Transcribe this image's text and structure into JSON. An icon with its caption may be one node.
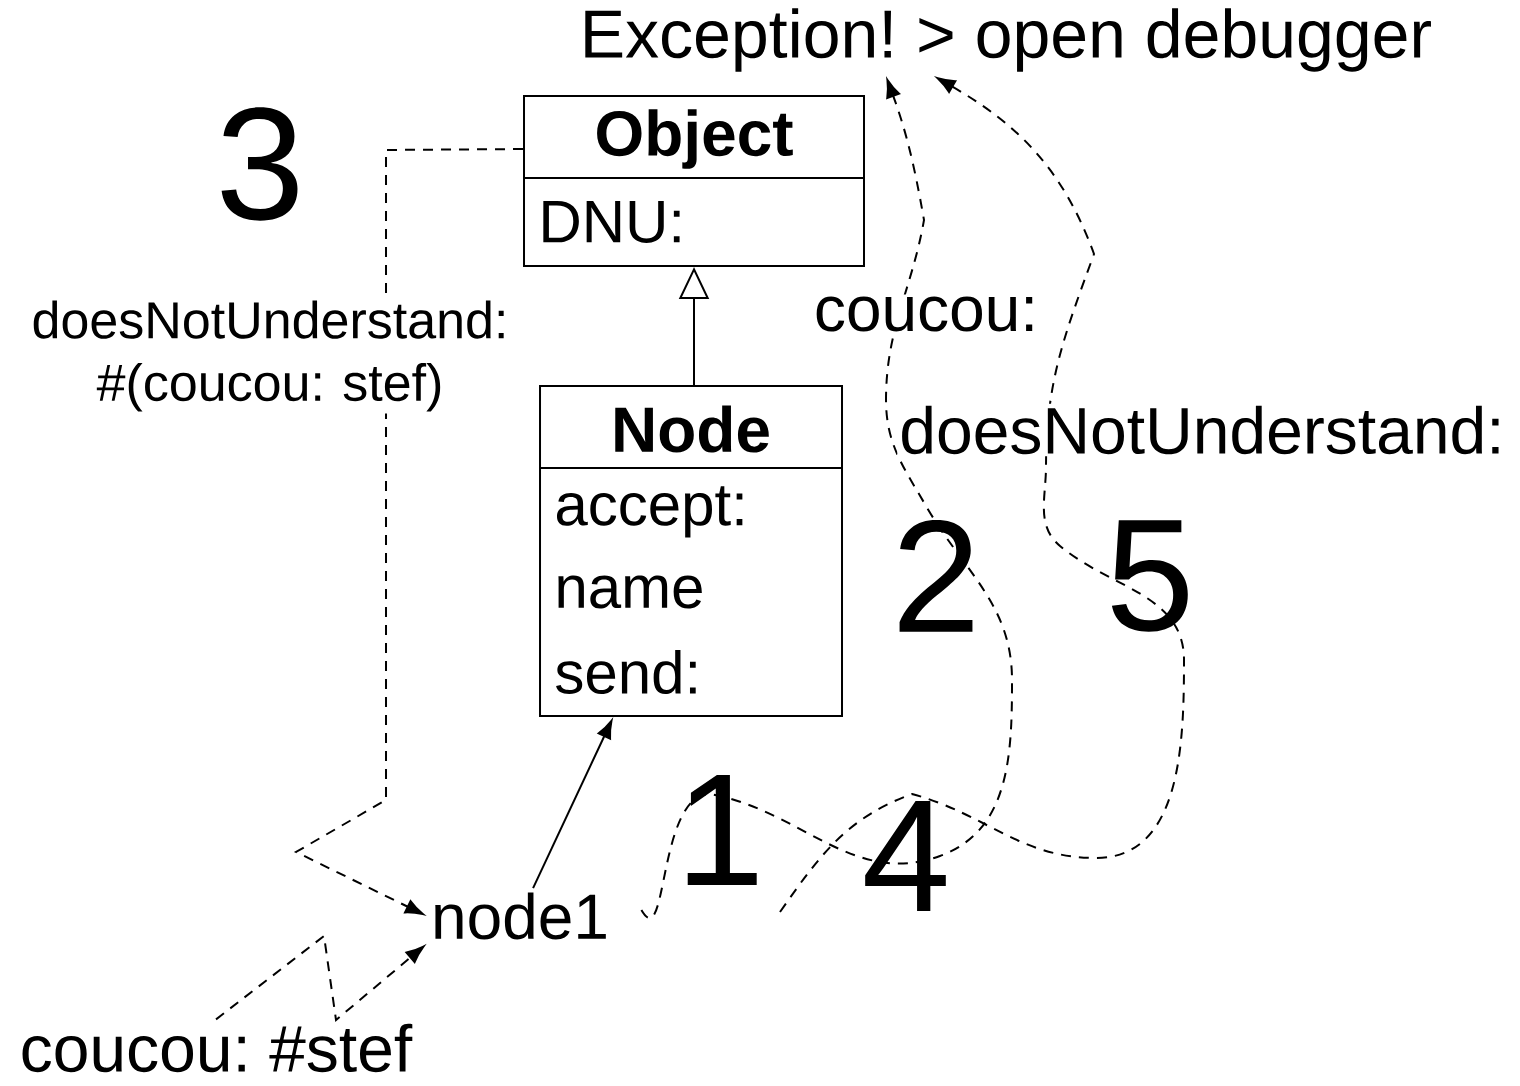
{
  "diagram": {
    "nodes": [
      {
        "text": [
          "Object",
          "DNU:"
        ]
      },
      {
        "text": [
          "Node",
          "accept:",
          "name",
          "send:"
        ]
      },
      {
        "text": [
          "node1"
        ]
      },
      {
        "text": [
          "coucou: #stef"
        ]
      },
      {
        "text": [
          "Exception! > open debugger"
        ]
      }
    ],
    "edges": [
      {
        "from": 1,
        "to": 0,
        "arrow": "to"
      },
      {
        "from": 2,
        "to": 1,
        "arrow": "to"
      },
      {
        "from": 3,
        "to": 2,
        "arrow": "to",
        "style": "dashed"
      },
      {
        "from": 0,
        "to": 2,
        "arrow": "to",
        "style": "dashed",
        "label": "doesNotUnderstand: #(coucou: stef)"
      },
      {
        "from": 2,
        "to": 4,
        "arrow": "to",
        "style": "dashed",
        "label": "coucou:"
      },
      {
        "from": null,
        "to": 4,
        "arrow": "to",
        "style": "dashed",
        "label": "doesNotUnderstand:"
      }
    ],
    "labels": [
      "3",
      "2",
      "5",
      "1",
      "4"
    ]
  }
}
